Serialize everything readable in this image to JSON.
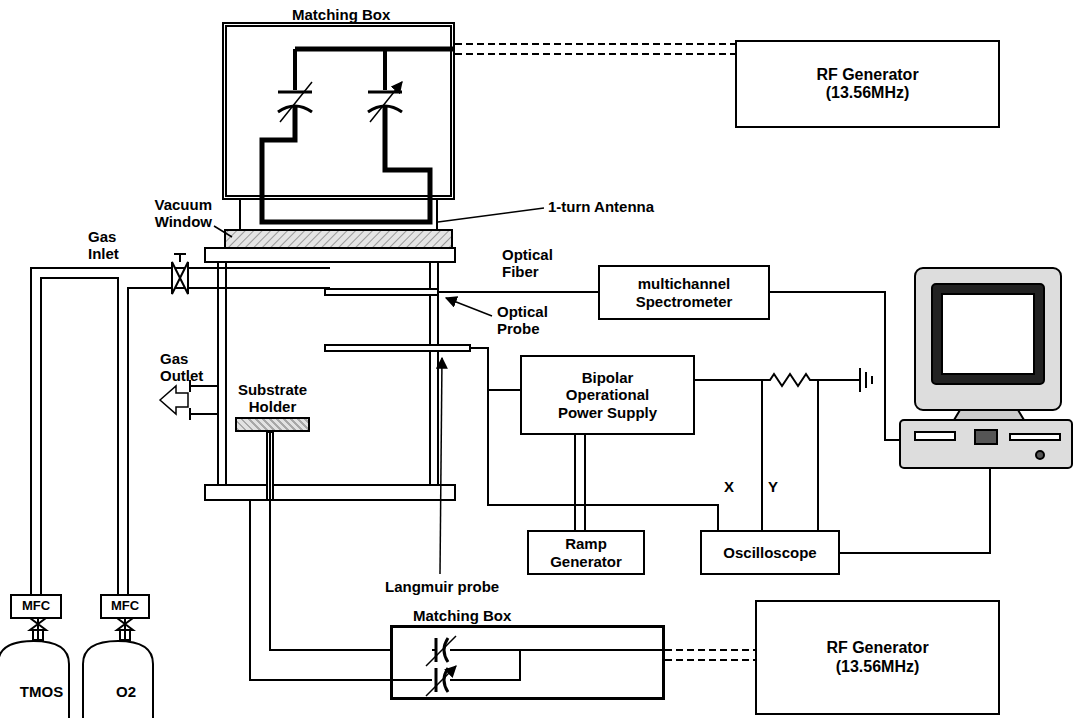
{
  "diagram": {
    "nodes": [
      {
        "text": [
          "Matching Box"
        ]
      },
      {
        "text": [
          "RF Generator (13.56MHz)"
        ]
      },
      {
        "text": [
          "multichannel Spectrometer"
        ]
      },
      {
        "text": [
          "Substrate Holder"
        ]
      },
      {
        "text": [
          "Bipolar Operational Power Supply"
        ]
      },
      {
        "text": [
          "Ramp Generator"
        ]
      },
      {
        "text": [
          "Oscilloscope"
        ]
      },
      {
        "text": [
          "MFC"
        ]
      },
      {
        "text": [
          "MFC"
        ]
      },
      {
        "text": [
          "Matching Box"
        ]
      },
      {
        "text": [
          "RF Generator (13.56MHz)"
        ]
      },
      {
        "text": [
          "TMOS"
        ]
      },
      {
        "text": [
          "O2"
        ]
      }
    ],
    "edges": [
      {
        "from": 0,
        "to": 1,
        "arrow": "none"
      },
      {
        "from": 4,
        "to": 5,
        "arrow": "none"
      },
      {
        "from": 7,
        "to": 11,
        "arrow": "none"
      },
      {
        "from": 8,
        "to": 12,
        "arrow": "none"
      },
      {
        "from": 3,
        "to": 9,
        "arrow": "none"
      },
      {
        "from": 9,
        "to": 10,
        "arrow": "none"
      }
    ],
    "labels": [
      "1-turn Antenna",
      "Vacuum Window",
      "Gas Inlet",
      "Optical Fiber",
      "Optical Probe",
      "Gas Outlet",
      "Langmuir probe",
      "X",
      "Y"
    ]
  }
}
